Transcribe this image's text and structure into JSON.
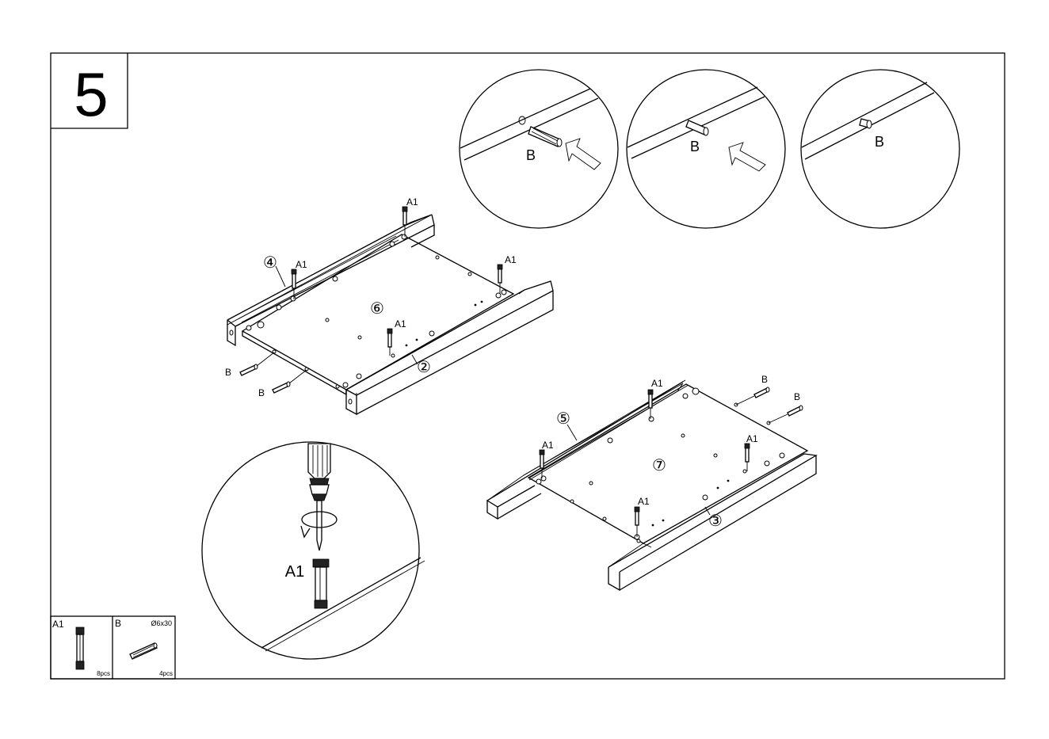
{
  "step": {
    "number": "5"
  },
  "detail_views": {
    "circle_1_label": "B",
    "circle_2_label": "B",
    "circle_3_label": "B"
  },
  "assembly_1": {
    "board_label": "⑥",
    "rail_left_label": "④",
    "rail_right_label": "②",
    "cam_label": "A1",
    "dowel_label": "B"
  },
  "assembly_2": {
    "board_label": "⑦",
    "rail_left_label": "⑤",
    "rail_right_label": "③",
    "cam_label": "A1",
    "dowel_label": "B"
  },
  "screw_detail": {
    "label": "A1"
  },
  "parts_table": {
    "parts": [
      {
        "id": "A1",
        "size": "",
        "qty": "8pcs"
      },
      {
        "id": "B",
        "size": "Ø6x30",
        "qty": "4pcs"
      }
    ]
  }
}
